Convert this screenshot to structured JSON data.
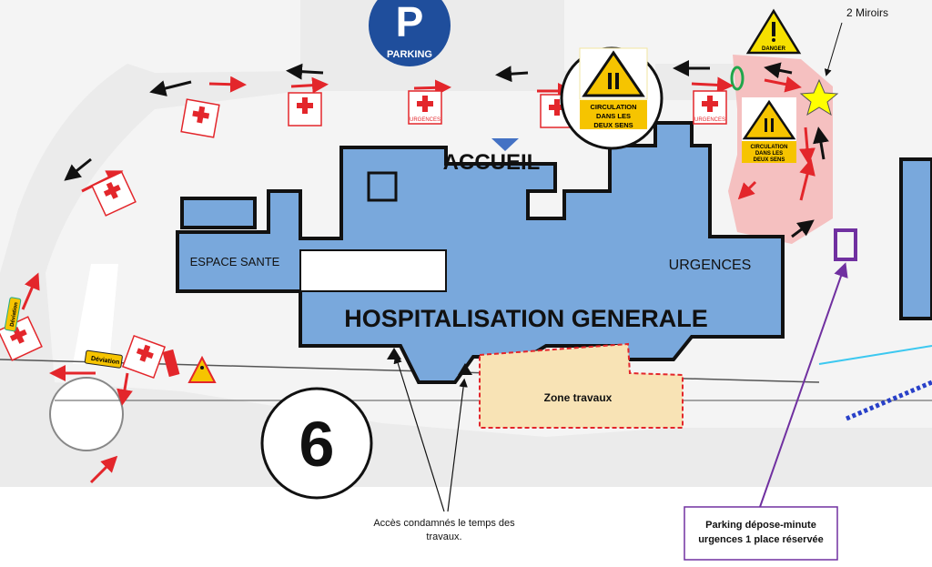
{
  "map": {
    "parking": {
      "letter": "P",
      "label": "PARKING"
    },
    "buildings": {
      "accueil": "ACCUEIL",
      "espace_sante": "ESPACE SANTE",
      "urgences": "URGENCES",
      "hospitalisation": "HOSPITALISATION GENERALE"
    },
    "zone_travaux": "Zone travaux",
    "building_number": "6",
    "urgences_sign": "URGENCES",
    "circulation_sign": [
      "CIRCULATION",
      "DANS LES",
      "DEUX SENS"
    ],
    "danger_sign": "DANGER",
    "deviation_sign": "Déviation",
    "miroirs_label": "2 Miroirs",
    "acces_note": [
      "Accès condamnés le temps des",
      "travaux."
    ],
    "parking_note": [
      "Parking dépose-minute",
      "urgences 1 place réservée"
    ]
  },
  "colors": {
    "building": "#79a8dc",
    "highlight": "#f4b6b6",
    "works": "#f8e3b5",
    "purple": "#7030a0",
    "parking": "#1f4e9c"
  }
}
